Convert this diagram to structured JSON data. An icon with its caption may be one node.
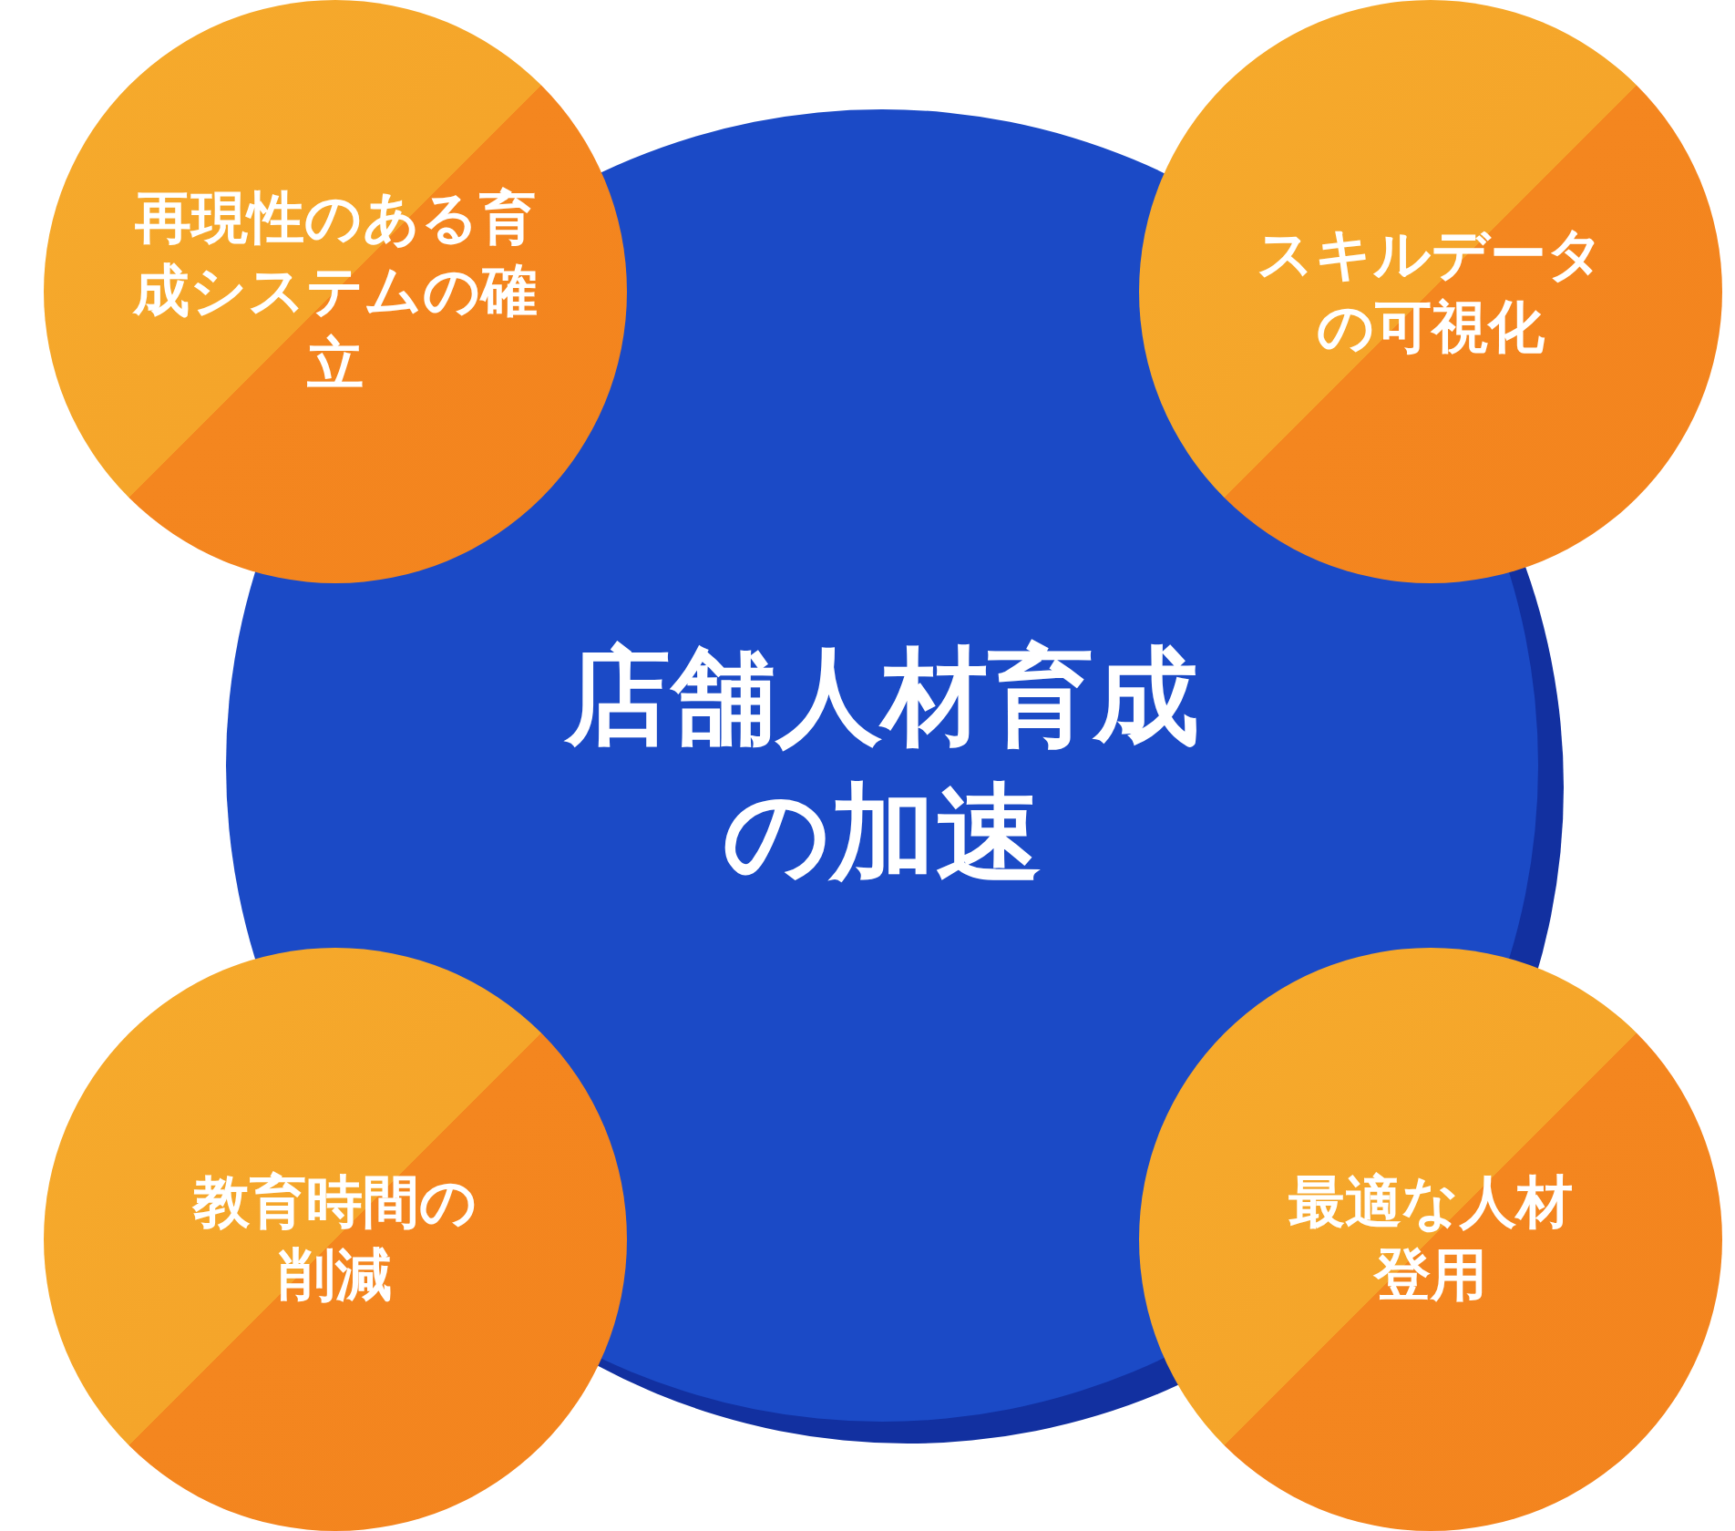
{
  "diagram": {
    "nodes": [
      {
        "text": [
          "店舗人材育成の加速"
        ]
      },
      {
        "text": [
          "再現性のある育成システムの確立"
        ]
      },
      {
        "text": [
          "スキルデータの可視化"
        ]
      },
      {
        "text": [
          "教育時間の削減"
        ]
      },
      {
        "text": [
          "最適な人材登用"
        ]
      }
    ]
  }
}
